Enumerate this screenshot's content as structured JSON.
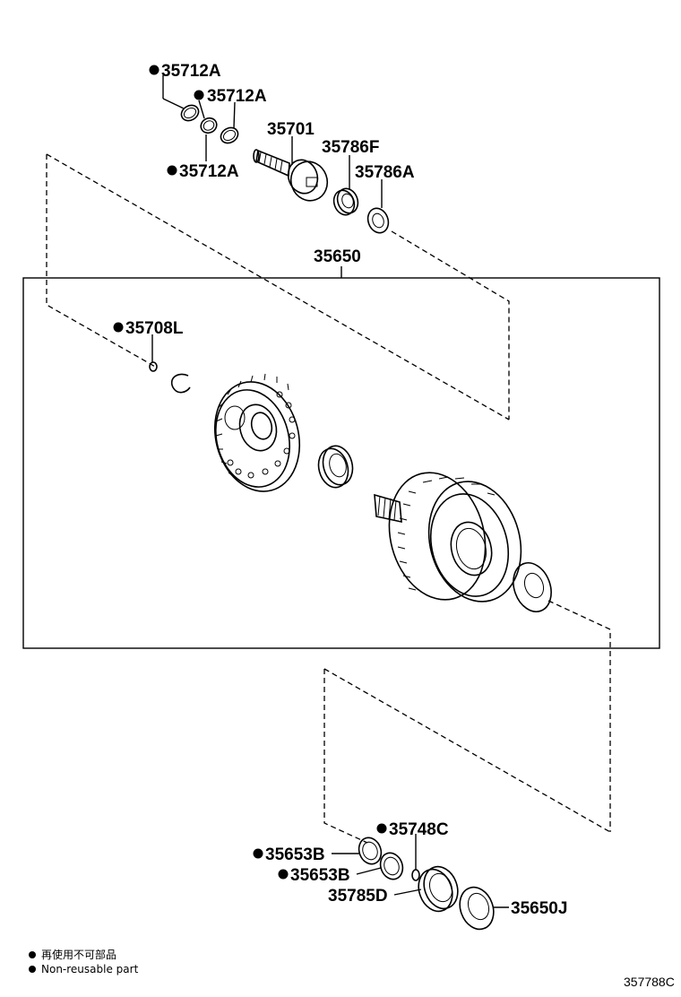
{
  "diagram": {
    "labels": {
      "p35712a_1": "35712A",
      "p35712a_2": "35712A",
      "p35712a_3": "35712A",
      "p35701": "35701",
      "p35786f": "35786F",
      "p35786a": "35786A",
      "p35650": "35650",
      "p35708l": "35708L",
      "p35748c": "35748C",
      "p35653b_1": "35653B",
      "p35653b_2": "35653B",
      "p35785d": "35785D",
      "p35650j": "35650J"
    },
    "legend": {
      "line1": "再使用不可部品",
      "line2": "Non-reusable part"
    },
    "drawing_code": "357788C"
  }
}
